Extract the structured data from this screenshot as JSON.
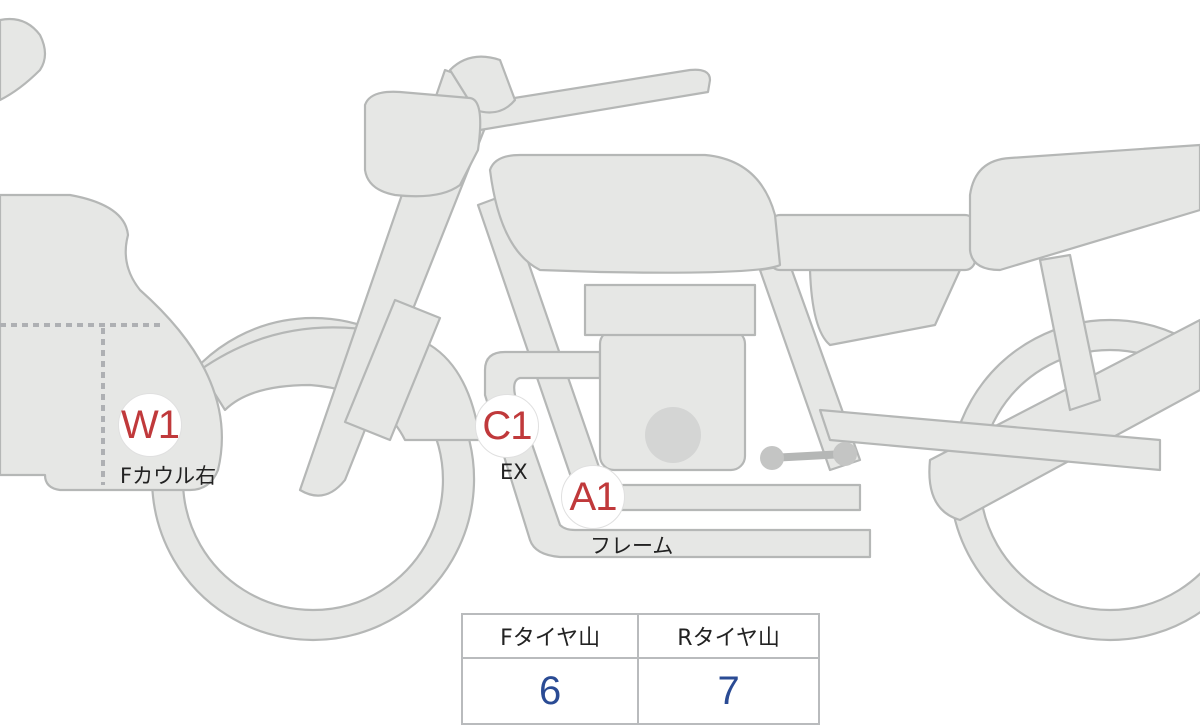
{
  "markers": [
    {
      "code": "W1",
      "label": "Fカウル右"
    },
    {
      "code": "C1",
      "label": "EX"
    },
    {
      "code": "A1",
      "label": "フレーム"
    }
  ],
  "tread_table": {
    "headers": [
      "Fタイヤ山",
      "Rタイヤ山"
    ],
    "values": [
      "6",
      "7"
    ]
  },
  "colors": {
    "body": "#e6e7e5",
    "outline": "#b5b7b6",
    "marker_text": "#c0393b",
    "value_text": "#2a4b94"
  }
}
